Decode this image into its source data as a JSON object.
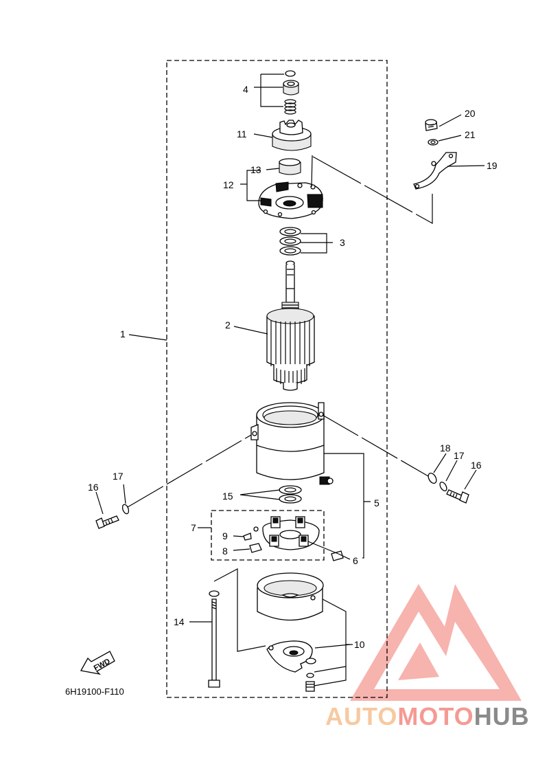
{
  "diagram": {
    "drawing_code": "6H19100-F110",
    "fwd_label": "FWD",
    "callouts": [
      {
        "id": "c1",
        "text": "1"
      },
      {
        "id": "c2",
        "text": "2"
      },
      {
        "id": "c3",
        "text": "3"
      },
      {
        "id": "c4",
        "text": "4"
      },
      {
        "id": "c5",
        "text": "5"
      },
      {
        "id": "c6",
        "text": "6"
      },
      {
        "id": "c7",
        "text": "7"
      },
      {
        "id": "c8",
        "text": "8"
      },
      {
        "id": "c9",
        "text": "9"
      },
      {
        "id": "c10",
        "text": "10"
      },
      {
        "id": "c11",
        "text": "11"
      },
      {
        "id": "c12",
        "text": "12"
      },
      {
        "id": "c13",
        "text": "13"
      },
      {
        "id": "c14",
        "text": "14"
      },
      {
        "id": "c15",
        "text": "15"
      },
      {
        "id": "c16a",
        "text": "16"
      },
      {
        "id": "c16b",
        "text": "16"
      },
      {
        "id": "c17a",
        "text": "17"
      },
      {
        "id": "c17b",
        "text": "17"
      },
      {
        "id": "c18",
        "text": "18"
      },
      {
        "id": "c19",
        "text": "19"
      },
      {
        "id": "c20",
        "text": "20"
      },
      {
        "id": "c21",
        "text": "21"
      }
    ]
  },
  "watermark": {
    "part1": "AUTO",
    "part2": "MOTO",
    "part3": "HUB",
    "colors": {
      "auto": "#f7c9a0",
      "moto": "#f59a93",
      "hub": "#8a8a8a",
      "logo": "#f59a93"
    }
  }
}
